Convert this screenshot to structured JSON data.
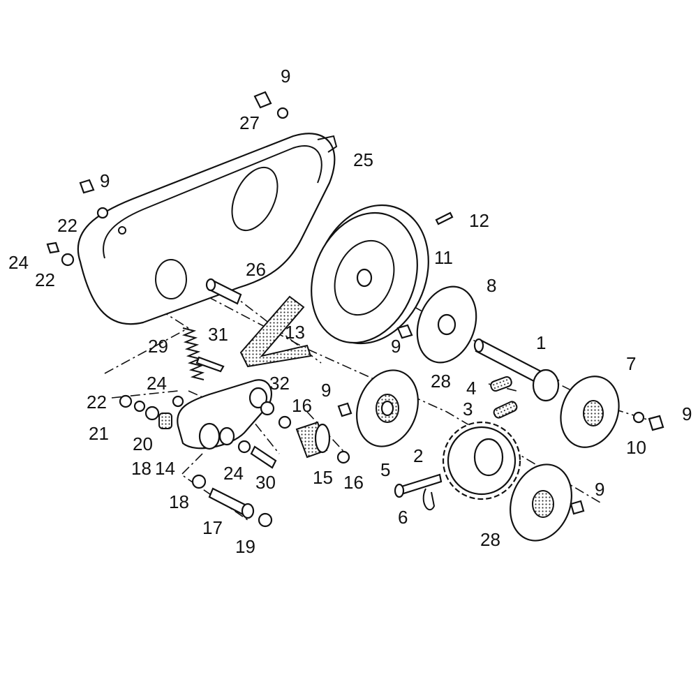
{
  "title": "Chain drive exploded parts diagram",
  "callouts": [
    "9",
    "27",
    "25",
    "9",
    "22",
    "24",
    "22",
    "26",
    "12",
    "11",
    "8",
    "13",
    "9",
    "1",
    "7",
    "29",
    "31",
    "24",
    "32",
    "16",
    "28",
    "9",
    "4",
    "3",
    "9",
    "10",
    "22",
    "21",
    "20",
    "18",
    "14",
    "24",
    "15",
    "16",
    "30",
    "2",
    "5",
    "6",
    "9",
    "28",
    "18",
    "17",
    "19"
  ]
}
